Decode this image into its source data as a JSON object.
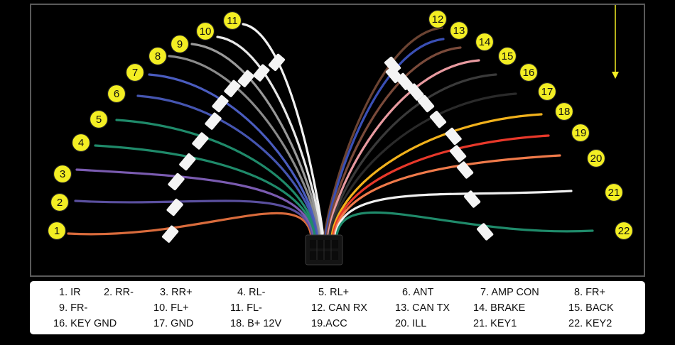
{
  "wires": [
    {
      "number": "1",
      "color": "#d96b3c"
    },
    {
      "number": "2",
      "color": "#5a4f9e"
    },
    {
      "number": "3",
      "color": "#7a5bb0"
    },
    {
      "number": "4",
      "color": "#1f8a6a"
    },
    {
      "number": "5",
      "color": "#1f8a6a"
    },
    {
      "number": "6",
      "color": "#4555b0"
    },
    {
      "number": "7",
      "color": "#4a5cbf"
    },
    {
      "number": "8",
      "color": "#8a8a8a"
    },
    {
      "number": "9",
      "color": "#9a9a9a"
    },
    {
      "number": "10",
      "color": "#e8e8e8"
    },
    {
      "number": "11",
      "color": "#f2f2f2"
    },
    {
      "number": "12",
      "color": "#6b4332"
    },
    {
      "number": "13",
      "color": "#3a4fb5"
    },
    {
      "number": "14",
      "color": "#7a4a3a"
    },
    {
      "number": "15",
      "color": "#e89aa0"
    },
    {
      "number": "16",
      "color": "#3a3a3a"
    },
    {
      "number": "17",
      "color": "#2a2a2a"
    },
    {
      "number": "18",
      "color": "#f2b21c"
    },
    {
      "number": "19",
      "color": "#e8382a"
    },
    {
      "number": "20",
      "color": "#f07a4a"
    },
    {
      "number": "21",
      "color": "#efefef"
    },
    {
      "number": "22",
      "color": "#1f8a6a"
    }
  ],
  "legend": [
    "1. IR",
    "2. RR-",
    "3. RR+",
    "4. RL-",
    "5. RL+",
    "6. ANT",
    "7. AMP CON",
    "8. FR+",
    "9. FR-",
    "10. FL+",
    "11. FL-",
    "12. CAN RX",
    "13. CAN TX",
    "14. BRAKE",
    "15. BACK",
    "16. KEY GND",
    "17. GND",
    "18. B+ 12V",
    "19.ACC",
    "20. ILL",
    "21. KEY1",
    "22. KEY2"
  ],
  "colors": {
    "marker": "#f3ee23",
    "arrow": "#f3ee23",
    "tag": "#f4f4f4",
    "connector": "#141414"
  }
}
